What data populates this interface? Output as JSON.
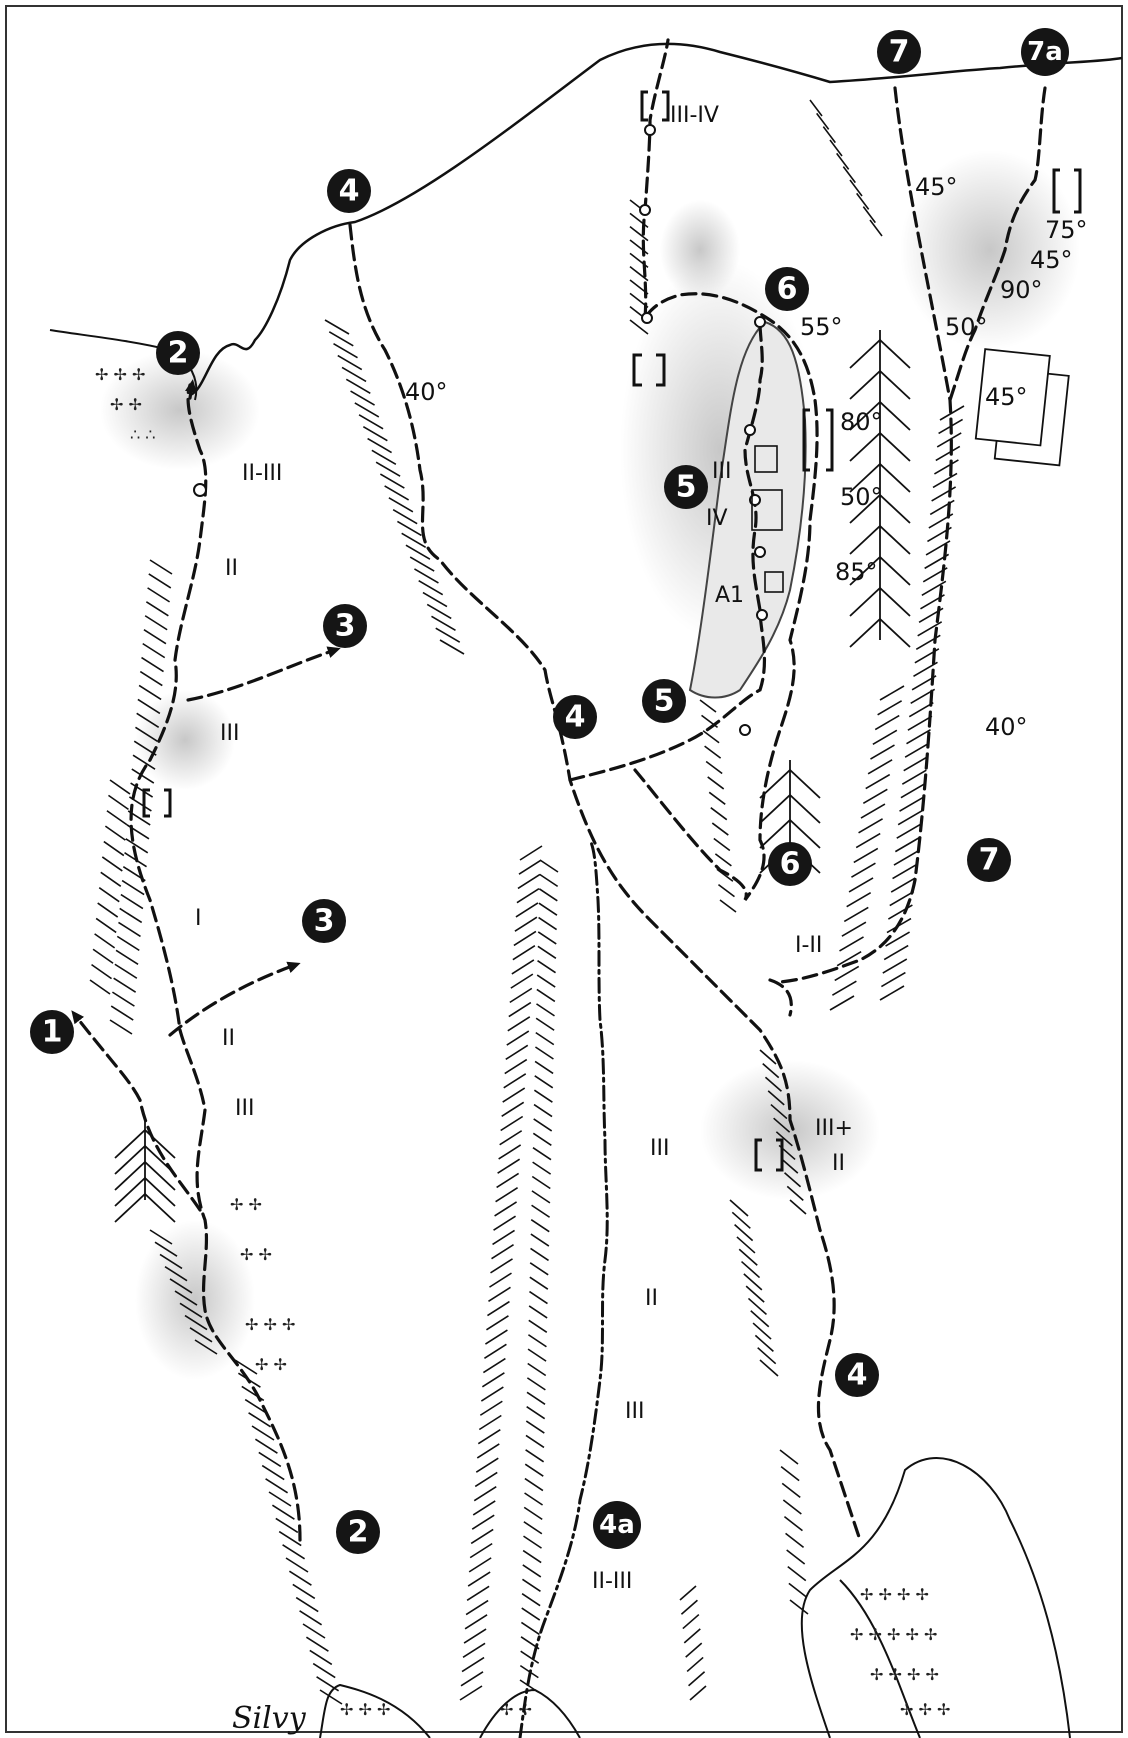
{
  "route_markers": {
    "r1": "1",
    "r2_top": "2",
    "r2_bottom": "2",
    "r3_upper": "3",
    "r3_lower": "3",
    "r4_top": "4",
    "r4_mid": "4",
    "r4_bottom": "4",
    "r4a": "4a",
    "r5_upper": "5",
    "r5_lower": "5",
    "r6_upper": "6",
    "r6_lower": "6",
    "r7_top": "7",
    "r7_lower": "7",
    "r7a": "7a"
  },
  "grades": {
    "g_2_3_top": "II-III",
    "g_2_mid": "II",
    "g_3_a": "III",
    "g_1_a": "I",
    "g_2_b": "II",
    "g_3_b": "III",
    "g_34_top": "III-IV",
    "g_3_pillar": "III",
    "g_4_pillar": "IV",
    "g_A1": "A1",
    "g_12": "I-II",
    "g_3plus": "III+",
    "g_2_c": "II",
    "g_3_4a": "III",
    "g_2_4a": "II",
    "g_3_4a_low": "III",
    "g_23_4a": "II-III"
  },
  "angles": {
    "a40_left": "40°",
    "a45_top": "45°",
    "a55": "55°",
    "a80": "80°",
    "a50": "50°",
    "a85": "85°",
    "a40_right": "40°",
    "a75": "75°",
    "a45_right": "45°",
    "a90": "90°",
    "a50_right": "50°",
    "a45_box": "45°"
  },
  "signature": "Silvy",
  "colors": {
    "ink": "#111111",
    "marker_bg": "#151515",
    "marker_text": "#ffffff",
    "paper": "#ffffff"
  }
}
